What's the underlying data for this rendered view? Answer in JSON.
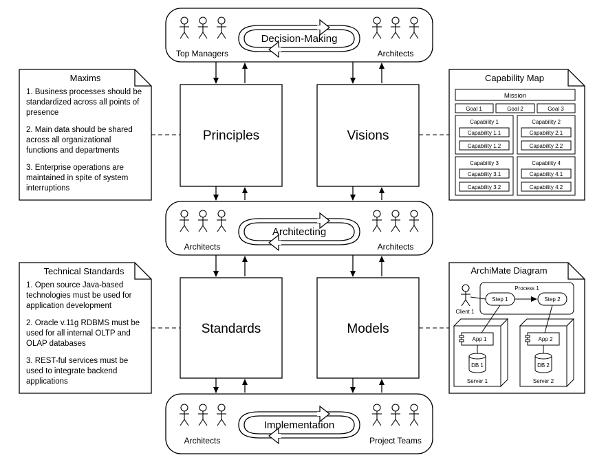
{
  "processes": {
    "decision_making": {
      "title": "Decision-Making",
      "left_actor": "Top Managers",
      "right_actor": "Architects"
    },
    "architecting": {
      "title": "Architecting",
      "left_actor": "Architects",
      "right_actor": "Architects"
    },
    "implementation": {
      "title": "Implementation",
      "left_actor": "Architects",
      "right_actor": "Project Teams"
    }
  },
  "boxes": {
    "principles": "Principles",
    "visions": "Visions",
    "standards": "Standards",
    "models": "Models"
  },
  "maxims": {
    "title": "Maxims",
    "items": [
      [
        "1. Business processes should be",
        "standardized across all points of",
        "presence"
      ],
      [
        "2. Main data should be shared",
        "across all organizational",
        "functions and departments"
      ],
      [
        "3. Enterprise operations are",
        "maintained in spite of system",
        "interruptions"
      ]
    ]
  },
  "technical_standards": {
    "title": "Technical Standards",
    "items": [
      [
        "1. Open source Java-based",
        "technologies must be used for",
        "application development"
      ],
      [
        "2. Oracle v.11g RDBMS must be",
        "used for all internal OLTP and",
        "OLAP databases"
      ],
      [
        "3. REST-ful services must be",
        "used to integrate backend",
        "applications"
      ]
    ]
  },
  "capability_map": {
    "title": "Capability Map",
    "mission": "Mission",
    "goals": [
      "Goal 1",
      "Goal 2",
      "Goal 3"
    ],
    "groups": [
      {
        "name": "Capability 1",
        "subs": [
          "Capability 1.1",
          "Capability 1.2"
        ]
      },
      {
        "name": "Capability 2",
        "subs": [
          "Capability 2.1",
          "Capability 2.2"
        ]
      },
      {
        "name": "Capability 3",
        "subs": [
          "Capability 3.1",
          "Capability 3.2"
        ]
      },
      {
        "name": "Capability 4",
        "subs": [
          "Capability 4.1",
          "Capability 4.2"
        ]
      }
    ]
  },
  "archimate": {
    "title": "ArchiMate Diagram",
    "process": "Process 1",
    "step1": "Step 1",
    "step2": "Step 2",
    "client": "Client 1",
    "app1": "App 1",
    "app2": "App 2",
    "db1": "DB 1",
    "db2": "DB 2",
    "server1": "Server 1",
    "server2": "Server 2"
  }
}
